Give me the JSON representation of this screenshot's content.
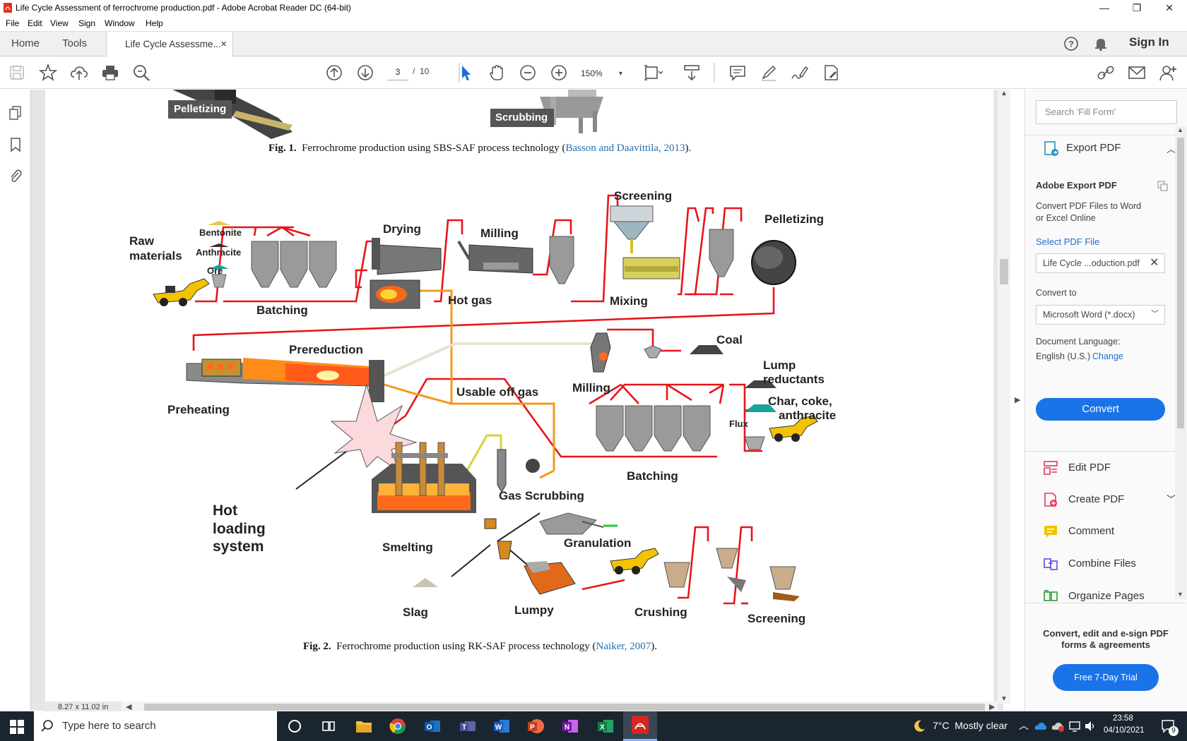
{
  "window": {
    "title": "Life Cycle Assessment of ferrochrome production.pdf - Adobe Acrobat Reader DC (64-bit)",
    "controls": [
      "—",
      "❐",
      "✕"
    ]
  },
  "menu": [
    "File",
    "Edit",
    "View",
    "Sign",
    "Window",
    "Help"
  ],
  "tabs": {
    "home": "Home",
    "tools": "Tools",
    "doc": "Life Cycle Assessme...",
    "close": "×",
    "sign_in": "Sign In"
  },
  "toolbar": {
    "page_current": "3",
    "page_sep": "/",
    "page_total": "10",
    "zoom": "150%"
  },
  "document": {
    "fig1_labels": {
      "pelletizing": "Pelletizing",
      "scrubbing": "Scrubbing"
    },
    "fig1_caption": {
      "label": "Fig. 1.",
      "text": "Ferrochrome production using SBS-SAF process technology (",
      "link": "Basson and Daavittila, 2013",
      "end": ")."
    },
    "fig2_caption": {
      "label": "Fig. 2.",
      "text": "Ferrochrome production using RK-SAF process technology (",
      "link": "Naiker, 2007",
      "end": ")."
    },
    "diagram_labels": {
      "raw_materials_1": "Raw",
      "raw_materials_2": "materials",
      "bentonite": "Bentonite",
      "anthracite": "Anthracite",
      "ore": "Ore",
      "batching_top": "Batching",
      "drying": "Drying",
      "hot_gas": "Hot gas",
      "milling_top": "Milling",
      "screening_top": "Screening",
      "mixing": "Mixing",
      "pelletizing": "Pelletizing",
      "prereduction": "Prereduction",
      "preheating": "Preheating",
      "usable_off_gas": "Usable off gas",
      "milling_mid": "Milling",
      "coal": "Coal",
      "lump_reductants_1": "Lump",
      "lump_reductants_2": "reductants",
      "char_coke_1": "Char, coke,",
      "char_coke_2": "anthracite",
      "flux": "Flux",
      "batching_bottom": "Batching",
      "hot_loading_1": "Hot",
      "hot_loading_2": "loading",
      "hot_loading_3": "system",
      "gas_scrubbing": "Gas Scrubbing",
      "granulation": "Granulation",
      "smelting": "Smelting",
      "slag": "Slag",
      "lumpy": "Lumpy",
      "crushing": "Crushing",
      "screening_bottom": "Screening"
    },
    "page_size": "8.27 x 11.02 in"
  },
  "right_panel": {
    "search_placeholder": "Search 'Fill Form'",
    "export_pdf": "Export PDF",
    "adobe_export_title": "Adobe Export PDF",
    "desc_1": "Convert PDF Files to Word",
    "desc_2": "or Excel Online",
    "select_file": "Select PDF File",
    "file_name": "Life Cycle ...oduction.pdf",
    "convert_to": "Convert to",
    "format": "Microsoft Word (*.docx)",
    "doc_lang": "Document Language:",
    "lang": "English (U.S.)",
    "change": "Change",
    "convert_btn": "Convert",
    "tools": [
      "Edit PDF",
      "Create PDF",
      "Comment",
      "Combine Files",
      "Organize Pages"
    ],
    "promo_1": "Convert, edit and e-sign PDF",
    "promo_2": "forms & agreements",
    "trial_btn": "Free 7-Day Trial"
  },
  "taskbar": {
    "search": "Type here to search",
    "weather": "7°C  Mostly clear",
    "time": "23:58",
    "date": "04/10/2021",
    "notif": "9"
  }
}
